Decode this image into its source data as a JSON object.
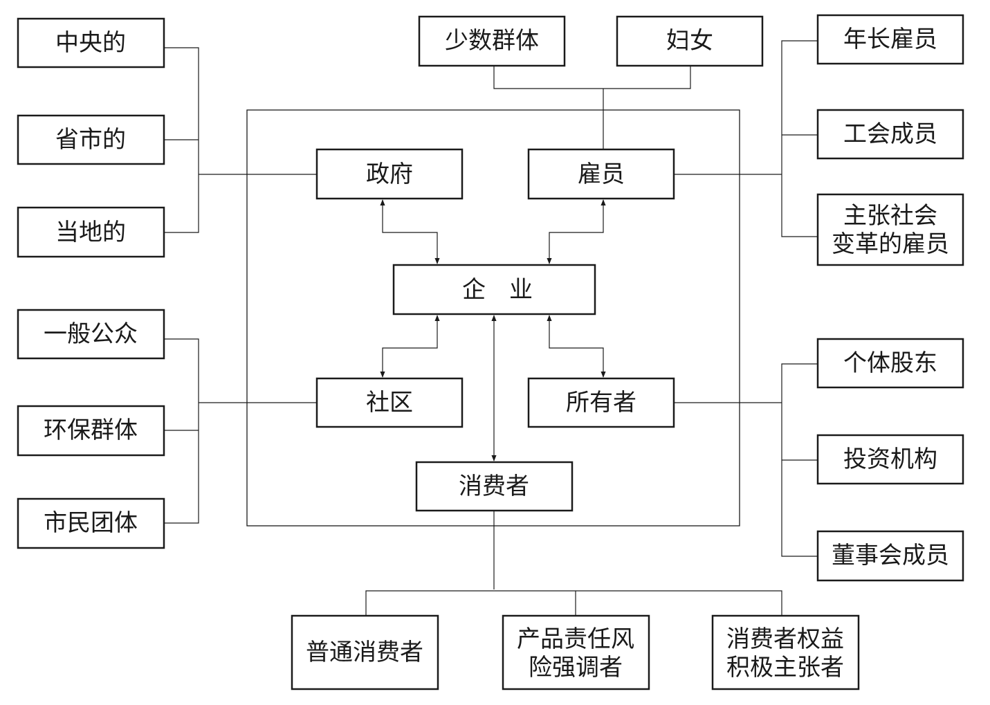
{
  "nodes": {
    "enterprise": "企　业",
    "government": "政府",
    "employees": "雇员",
    "community": "社区",
    "owners": "所有者",
    "consumers": "消费者",
    "gov_central": "中央的",
    "gov_provincial": "省市的",
    "gov_local": "当地的",
    "comm_public": "一般公众",
    "comm_env": "环保群体",
    "comm_citizen": "市民团体",
    "emp_minority": "少数群体",
    "emp_women": "妇女",
    "emp_senior": "年长雇员",
    "emp_union": "工会成员",
    "emp_reform": [
      "主张社会",
      "变革的雇员"
    ],
    "own_individual": "个体股东",
    "own_institution": "投资机构",
    "own_board": "董事会成员",
    "con_general": "普通消费者",
    "con_liability": [
      "产品责任风",
      "险强调者"
    ],
    "con_rights": [
      "消费者权益",
      "积极主张者"
    ]
  }
}
